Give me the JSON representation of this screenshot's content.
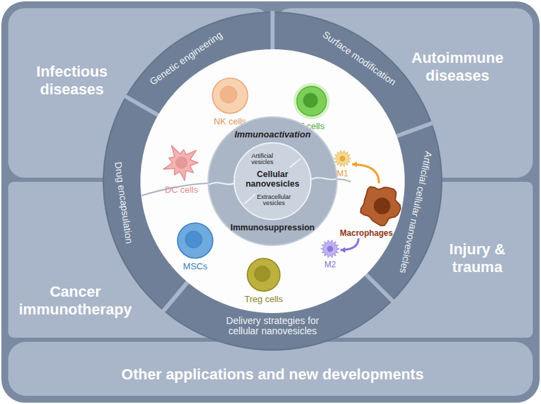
{
  "diagram": {
    "nodes": [
      {
        "text": [
          "Infectious diseases"
        ]
      },
      {
        "text": [
          "Autoimmune diseases"
        ]
      },
      {
        "text": [
          "Cancer immunotherapy"
        ]
      },
      {
        "text": [
          "Injury & trauma"
        ]
      },
      {
        "text": [
          "Other applications and new developments"
        ]
      },
      {
        "text": [
          "Genetic engineering"
        ]
      },
      {
        "text": [
          "Surface modification"
        ]
      },
      {
        "text": [
          "Artificial cellular nanovesicles"
        ]
      },
      {
        "text": [
          "Delivery strategies for cellular nanovesicles"
        ]
      },
      {
        "text": [
          "Drug encapsulation"
        ]
      },
      {
        "text": [
          "NK cells"
        ]
      },
      {
        "text": [
          "T cells"
        ]
      },
      {
        "text": [
          "DC cells"
        ]
      },
      {
        "text": [
          "M1"
        ]
      },
      {
        "text": [
          "Macrophages"
        ]
      },
      {
        "text": [
          "M2"
        ]
      },
      {
        "text": [
          "MSCs"
        ]
      },
      {
        "text": [
          "Treg cells"
        ]
      },
      {
        "text": [
          "Immunoactivation",
          "Immunosuppression"
        ]
      },
      {
        "text": [
          "Artificial vesicles",
          "Cellular nanovesicles",
          "Extracellular vesicles"
        ],
        "in": 18
      }
    ],
    "edges": [
      {
        "from": 14,
        "to": 13,
        "arrow": "to"
      },
      {
        "from": 14,
        "to": 15,
        "arrow": "to"
      }
    ]
  }
}
